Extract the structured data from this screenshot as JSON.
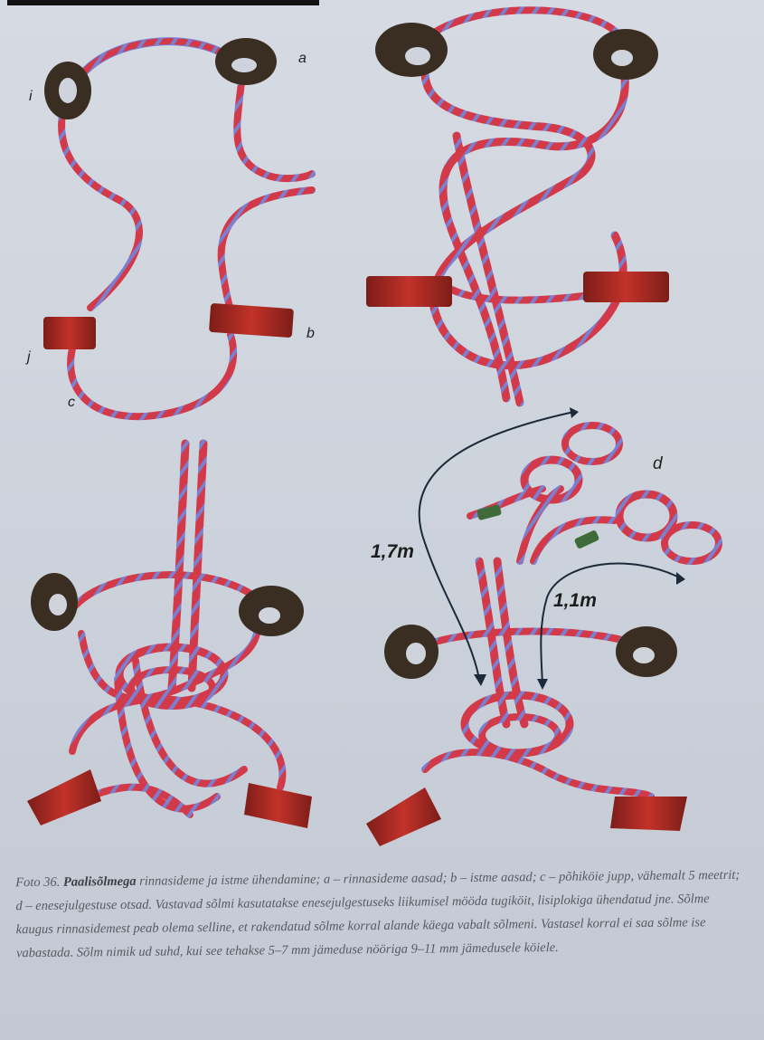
{
  "labels": {
    "a": "a",
    "b": "b",
    "c": "c",
    "d": "d",
    "num_i": "i",
    "num_j": "j"
  },
  "measures": {
    "left": "1,7m",
    "right": "1,1m"
  },
  "caption": {
    "fig_no": "Foto 36.",
    "bold_term": "Paalisõlmega",
    "text": " rinnasideme ja istme ühendamine; a – rinnasideme aasad; b – istme aasad; c – põhiköie jupp, vähemalt 5 meetrit; d – enesejulgestuse otsad. Vastavad sõlmi kasutatakse enesejulgestuseks liikumisel mööda tugiköit, lisiplokiga ühendatud jne. Sõlme kaugus rinnasidemest peab olema selline, et rakendatud sõlme korral alande käega vabalt sõlmeni. Vastasel korral ei saa sõlme ise vabastada. Sõlm nimik ud suhd, kui see tehakse 5–7 mm jämeduse nööriga 9–11 mm jämedusele köiele."
  },
  "colors": {
    "rope": "#d23a4a",
    "rope_stripe": "#6a8fd8",
    "loop_dark": "#3a2e22",
    "strap": "#b02a22",
    "background": "#cfd4dc"
  }
}
